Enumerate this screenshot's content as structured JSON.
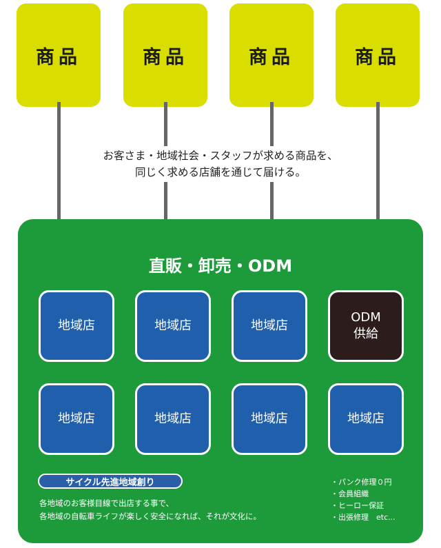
{
  "products": [
    "商品",
    "商品",
    "商品",
    "商品"
  ],
  "message": {
    "line1": "お客さま・地域社会・スタッフが求める商品を、",
    "line2": "同じく求める店舗を通じて届ける。"
  },
  "panel": {
    "title": "直販・卸売・ODM",
    "stores_row1": [
      "地域店",
      "地域店",
      "地域店"
    ],
    "odm": {
      "line1": "ODM",
      "line2": "供給"
    },
    "stores_row2": [
      "地域店",
      "地域店",
      "地域店",
      "地域店"
    ]
  },
  "region": {
    "badge": "サイクル先進地域創り",
    "desc_line1": "各地域のお客様目線で出店する事で、",
    "desc_line2": "各地域の自転車ライフが楽しく安全になれば、それが文化に。"
  },
  "services": [
    "パンク修理０円",
    "会員組織",
    "ヒーロー保証",
    "出張修理　etc..."
  ],
  "colors": {
    "product_box": "#d9dd00",
    "panel": "#1d9b3b",
    "store": "#1f5fab",
    "odm_box": "#2d1c1c",
    "arrow": "#666666"
  }
}
